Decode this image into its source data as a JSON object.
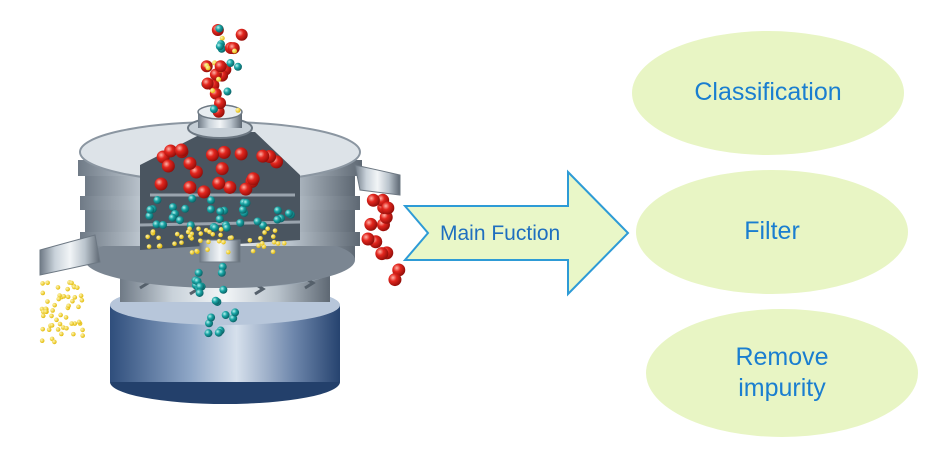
{
  "diagram": {
    "arrow_label": "Main Fuction",
    "functions": [
      {
        "label": "Classification"
      },
      {
        "label": "Filter"
      },
      {
        "label": "Remove\nimpurity"
      }
    ]
  },
  "colors": {
    "oval_fill": "#e8f5c4",
    "text_blue": "#1a7ed0",
    "arrow_fill": "#e9f7c8",
    "arrow_stroke": "#2e9bd6",
    "particle_red": "#e0201c",
    "particle_teal": "#1ba6a6",
    "particle_yellow": "#f2d320"
  },
  "icons": {
    "machine": "vibrating-sieve-machine-illustration"
  }
}
